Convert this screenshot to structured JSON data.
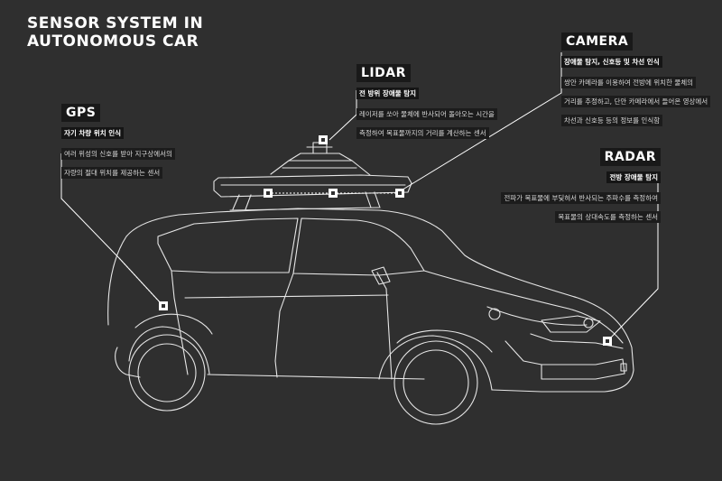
{
  "title": {
    "line1": "SENSOR SYSTEM IN",
    "line2": "AUTONOMOUS CAR"
  },
  "sensors": {
    "gps": {
      "name": "GPS",
      "subtitle": "자기 차량 위치 인식",
      "desc": [
        "여러 위성의 신호를 받아 지구상에서의",
        "자량의 절대 위치를 제공하는 센서"
      ]
    },
    "lidar": {
      "name": "LIDAR",
      "subtitle": "전 방위 장애물 탐지",
      "desc": [
        "레이저를 쏘아 물체에 반사되어 돌아오는 시간을",
        "측정하여 목표물까지의 거리를 계산하는 센서"
      ]
    },
    "camera": {
      "name": "CAMERA",
      "subtitle": "장애물 탐지, 신호등 및 차선 인식",
      "desc": [
        "쌍안 카메라를 이용하여 전방에 위치한 물체의",
        "거리를 추정하고, 단안 카메라에서 들어온 영상에서",
        "차선과 신호등 등의 정보를 인식함"
      ]
    },
    "radar": {
      "name": "RADAR",
      "subtitle": "전방 장애물 탐지",
      "desc": [
        "전파가 목표물에 부딪혀서 반사되는 주파수를 측정하여",
        "목표물의 상대속도를 측정하는 센서"
      ]
    }
  },
  "colors": {
    "background": "#2f2f2f",
    "line": "#e6e6e6",
    "label_bg": "#191919"
  },
  "icons": [
    "sensor-marker-icon"
  ]
}
